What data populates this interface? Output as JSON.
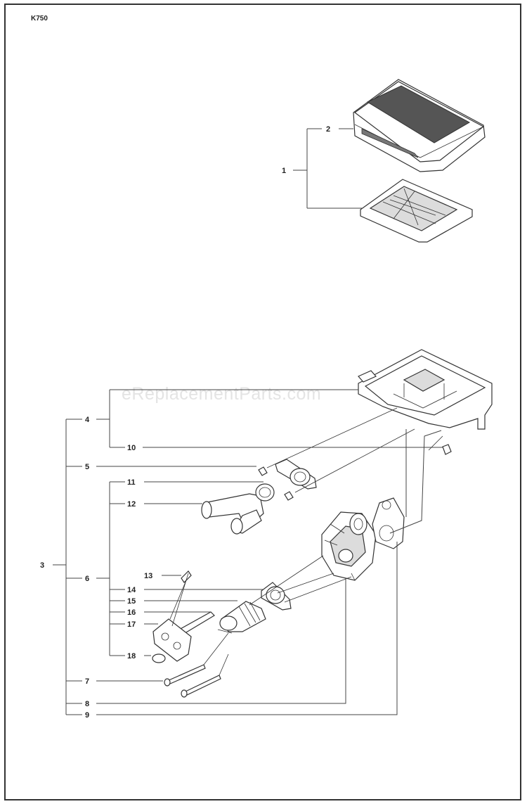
{
  "header": {
    "model": "K750"
  },
  "watermark": "eReplacementParts.com",
  "callouts": [
    "1",
    "2",
    "3",
    "4",
    "5",
    "6",
    "7",
    "8",
    "9",
    "10",
    "11",
    "12",
    "13",
    "14",
    "15",
    "16",
    "17",
    "18"
  ]
}
